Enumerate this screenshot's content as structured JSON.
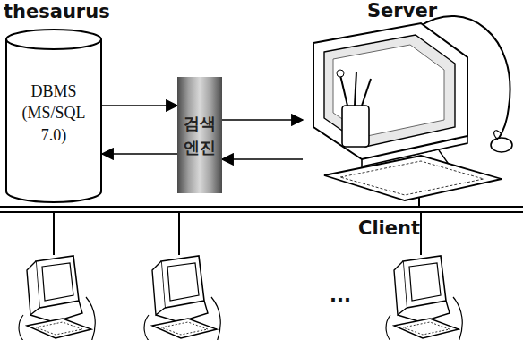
{
  "diagram": {
    "nodes": [
      {
        "text": [
          "thesaurus",
          "DBMS (MS/SQL 7.0)"
        ]
      },
      {
        "text": [
          "검색 엔진"
        ]
      },
      {
        "text": [
          "Server"
        ]
      }
    ],
    "edges": [
      {
        "from": 0,
        "to": 1,
        "arrow": "to"
      },
      {
        "from": 1,
        "to": 0,
        "arrow": "to"
      },
      {
        "from": 1,
        "to": 2,
        "arrow": "to"
      },
      {
        "from": 2,
        "to": 1,
        "arrow": "to"
      }
    ],
    "labels": [
      "Client",
      "..."
    ]
  }
}
